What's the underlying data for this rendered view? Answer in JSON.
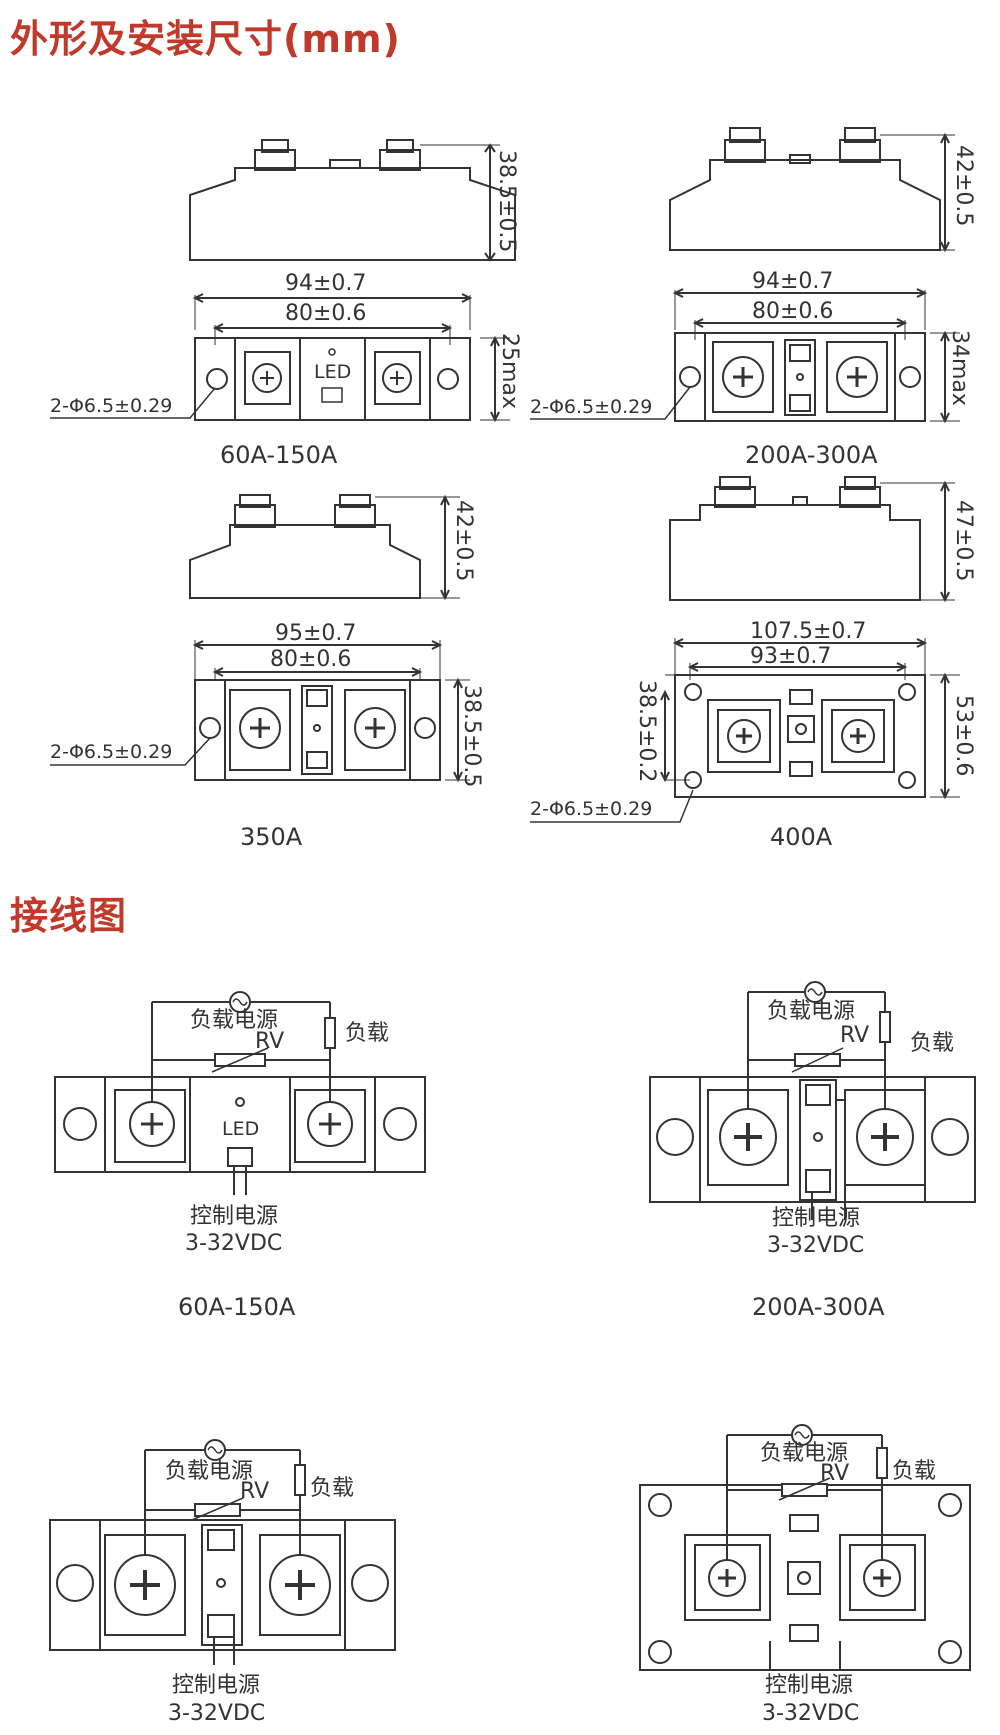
{
  "headings": {
    "dimensions": "外形及安装尺寸(mm)",
    "wiring": "接线图"
  },
  "models": {
    "m1": {
      "height": "38.5±0.5",
      "overall_width": "94±0.7",
      "hole_spacing": "80±0.6",
      "depth": "25max",
      "hole": "2-Φ6.5±0.29",
      "led": "LED",
      "caption": "60A-150A"
    },
    "m2": {
      "height": "42±0.5",
      "overall_width": "94±0.7",
      "hole_spacing": "80±0.6",
      "depth": "34max",
      "hole": "2-Φ6.5±0.29",
      "caption": "200A-300A"
    },
    "m3": {
      "height": "42±0.5",
      "overall_width": "95±0.7",
      "hole_spacing": "80±0.6",
      "depth": "38.5±0.5",
      "hole": "2-Φ6.5±0.29",
      "caption": "350A"
    },
    "m4": {
      "height": "47±0.5",
      "overall_width": "107.5±0.7",
      "hole_spacing": "93±0.7",
      "hole_spacing_v": "38.5±0.2",
      "depth": "53±0.6",
      "hole": "2-Φ6.5±0.29",
      "caption": "400A"
    }
  },
  "wiring": {
    "load_power": "负载电源",
    "load": "负载",
    "rv": "RV",
    "control_power": "控制电源",
    "voltage": "3-32VDC",
    "led": "LED",
    "caption_1": "60A-150A",
    "caption_2": "200A-300A"
  },
  "colors": {
    "heading": "#c0392b",
    "line": "#333333"
  }
}
